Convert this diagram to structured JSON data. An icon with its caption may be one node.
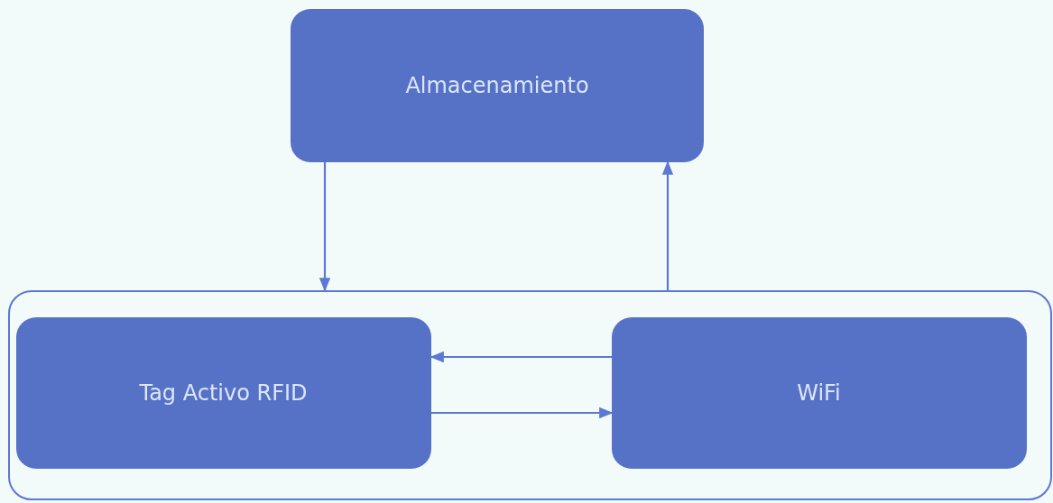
{
  "diagram": {
    "nodes": [
      {
        "text": [
          "Almacenamiento"
        ]
      },
      {
        "text": [],
        "shape": "box"
      },
      {
        "text": [
          "Tag Activo RFID"
        ],
        "in": 1
      },
      {
        "text": [
          "WiFi"
        ],
        "in": 1
      }
    ],
    "edges": [
      {
        "from": 0,
        "to": 1,
        "arrow": "to"
      },
      {
        "from": 1,
        "to": 0,
        "arrow": "to"
      },
      {
        "from": 3,
        "to": 2,
        "arrow": "to"
      },
      {
        "from": 2,
        "to": 3,
        "arrow": "to"
      }
    ]
  }
}
